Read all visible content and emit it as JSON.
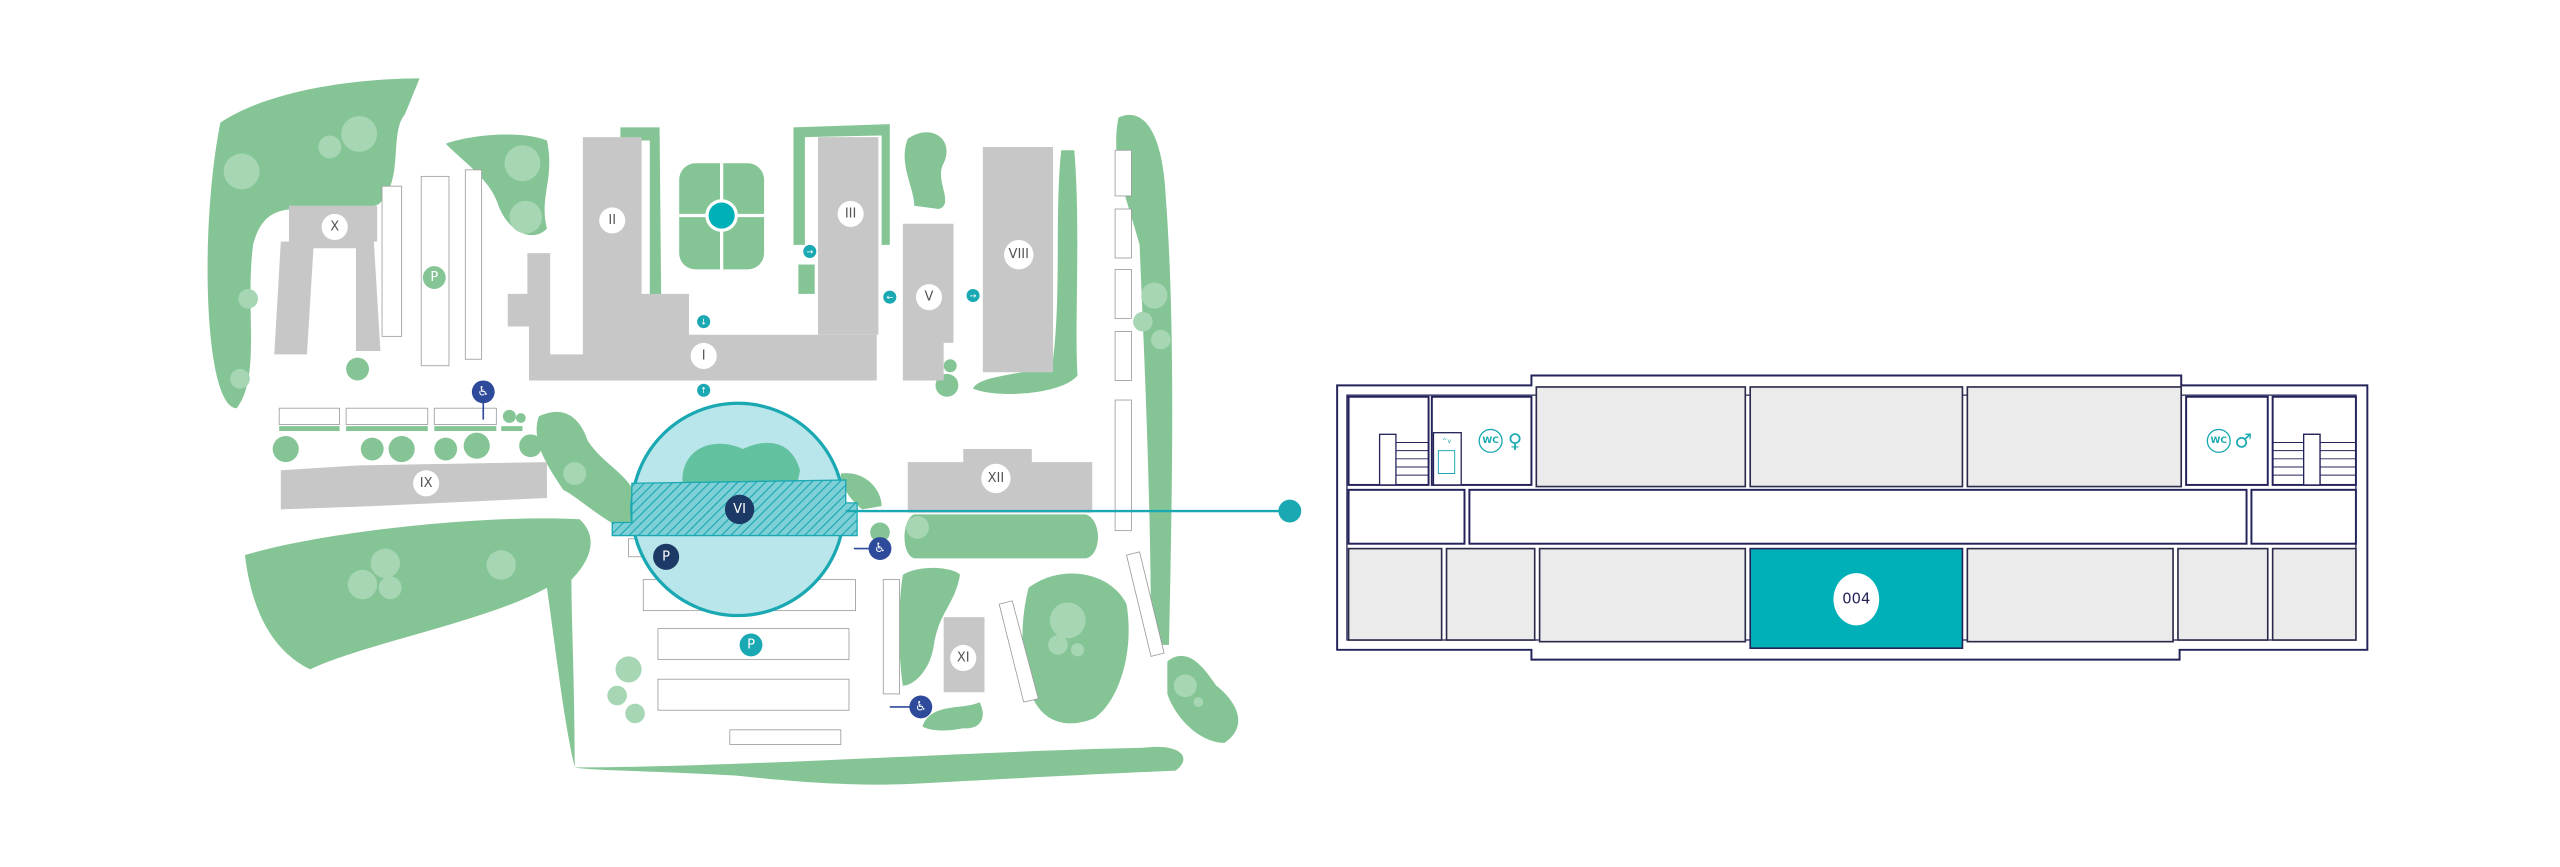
{
  "site_map": {
    "buildings": [
      {
        "id": "X"
      },
      {
        "id": "II"
      },
      {
        "id": "III"
      },
      {
        "id": "V"
      },
      {
        "id": "VIII"
      },
      {
        "id": "I"
      },
      {
        "id": "IX"
      },
      {
        "id": "XII"
      },
      {
        "id": "VI"
      },
      {
        "id": "XI"
      }
    ],
    "selected_building": "VI",
    "parking_label": "P"
  },
  "floor_plan": {
    "selected_room": "004",
    "wc_label": "WC"
  },
  "colors": {
    "green": "#85c595",
    "building": "#c7c7c7",
    "accent": "#00b0b9",
    "navy": "#1d3a66",
    "accessible": "#2e4a9a",
    "outline": "#23235a"
  }
}
